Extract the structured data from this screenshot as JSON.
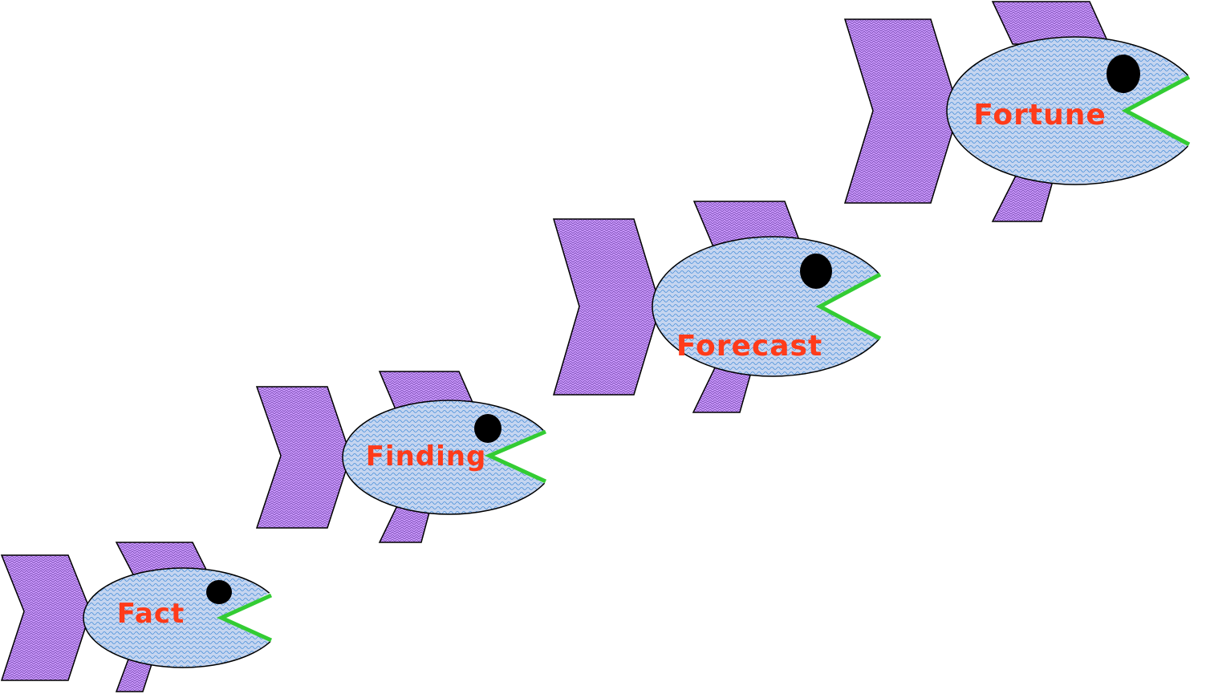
{
  "diagram": {
    "fish": [
      {
        "label": "Fact"
      },
      {
        "label": "Finding"
      },
      {
        "label": "Forecast"
      },
      {
        "label": "Fortune"
      }
    ],
    "colors": {
      "fin": "#cc99ff",
      "body": "#c5d5f0",
      "body_pattern": "#4a90d9",
      "mouth": "#33cc33",
      "eye": "#000000",
      "label": "#ff3b1a"
    }
  }
}
